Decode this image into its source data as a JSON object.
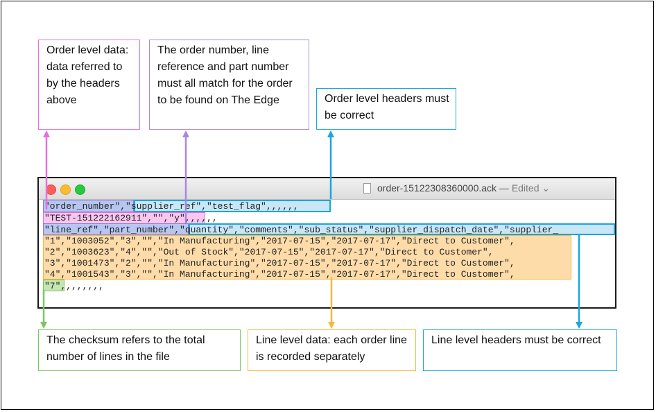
{
  "callouts": {
    "order_data": "Order level data: data referred to by the headers above",
    "match": "The order number, line reference and part number must all match for the order to be found on The Edge",
    "order_headers": "Order level headers must be correct",
    "checksum": "The checksum refers to the total number of lines in the file",
    "line_data": "Line level data: each order line is recorded separately",
    "line_headers": "Line level headers must be correct"
  },
  "window": {
    "title": "order-15122308360000.ack",
    "separator": "—",
    "status": "Edited",
    "lines": [
      "\"order_number\",\"supplier_ref\",\"test_flag\",,,,,,",
      "\"TEST-151222162911\",\"\",\"y\",,,,,,",
      "\"line_ref\",\"part_number\",\"quantity\",\"comments\",\"sub_status\",\"supplier_dispatch_date\",\"supplier_",
      "\"1\",\"1003052\",\"3\",\"\",\"In Manufacturing\",\"2017-07-15\",\"2017-07-17\",\"Direct to Customer\",",
      "\"2\",\"1003623\",\"4\",\"\",\"Out of Stock\",\"2017-07-15\",\"2017-07-17\",\"Direct to Customer\",",
      "\"3\",\"1001473\",\"2\",\"\",\"In Manufacturing\",\"2017-07-15\",\"2017-07-17\",\"Direct to Customer\",",
      "\"4\",\"1001543\",\"3\",\"\",\"In Manufacturing\",\"2017-07-15\",\"2017-07-17\",\"Direct to Customer\",",
      "\"7\",,,,,,,,"
    ]
  },
  "colors": {
    "pink": "#e570e0",
    "purple": "#a787e0",
    "blue": "#1aa6de",
    "green": "#7dc463",
    "orange": "#f6b73c"
  }
}
